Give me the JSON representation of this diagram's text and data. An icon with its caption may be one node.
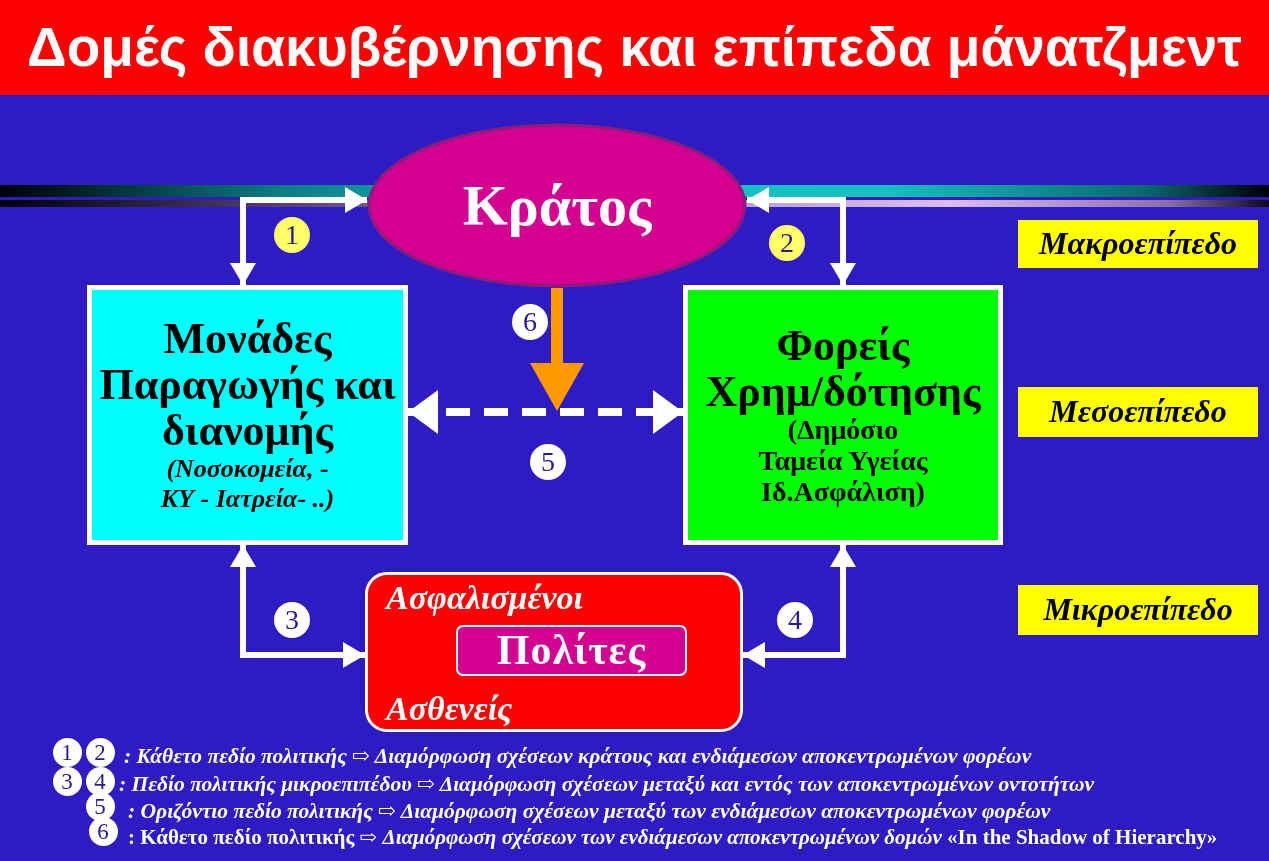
{
  "diagram": {
    "title": "Δομές διακυβέρνησης και επίπεδα μάνατζμεντ",
    "nodes": [
      {
        "text": [
          "Κράτος"
        ]
      },
      {
        "text": [
          "Μονάδες Παραγωγής και διανομής",
          "(Νοσοκομεία, - ΚΥ - Ιατρεία- ..)"
        ]
      },
      {
        "text": [
          "Φορείς Χρημ/δότησης",
          "(Δημόσιο Ταμεία Υγείας Ιδ.Ασφάλιση)"
        ]
      },
      {
        "text": [
          "Ασφαλισμένοι",
          "Ασθενείς"
        ]
      },
      {
        "text": [
          "Πολίτες"
        ],
        "in": 3
      },
      {
        "text": [
          "Μακροεπίπεδο"
        ]
      },
      {
        "text": [
          "Μεσοεπίπεδο"
        ]
      },
      {
        "text": [
          "Μικροεπίπεδο"
        ]
      }
    ],
    "edges": [
      {
        "from": 0,
        "to": 1,
        "arrow": "both"
      },
      {
        "from": 0,
        "to": 2,
        "arrow": "both"
      },
      {
        "from": 0,
        "to": null,
        "arrow": "to",
        "style": "thick",
        "color": "#ff9900"
      },
      {
        "from": 1,
        "to": 2,
        "arrow": "both",
        "style": "dashed"
      },
      {
        "from": 1,
        "to": 3,
        "arrow": "both"
      },
      {
        "from": 2,
        "to": 3,
        "arrow": "both"
      }
    ],
    "labels": [
      "1",
      "2",
      "6",
      "5",
      "3",
      "4",
      "1",
      "2",
      ": Κάθετο πεδίο πολιτικής ⇨ Διαμόρφωση σχέσεων κράτους και ενδιάμεσων αποκεντρωμένων φορέων",
      "3",
      "4",
      ": Πεδίο πολιτικής μικροεπιπέδου ⇨ Διαμόρφωση σχέσεων μεταξύ και εντός των αποκεντρωμένων οντοτήτων",
      "5",
      ": Οριζόντιο πεδίο πολιτικής ⇨ Διαμόρφωση σχέσεων μεταξύ των ενδιάμεσων αποκεντρωμένων φορέων",
      "6",
      ": Κάθετο πεδίο πολιτικής ⇨ *Διαμόρφωση σχέσεων των ενδιάμεσων αποκεντρωμένων δομών* «In the Shadow of Hierarchy»"
    ]
  }
}
